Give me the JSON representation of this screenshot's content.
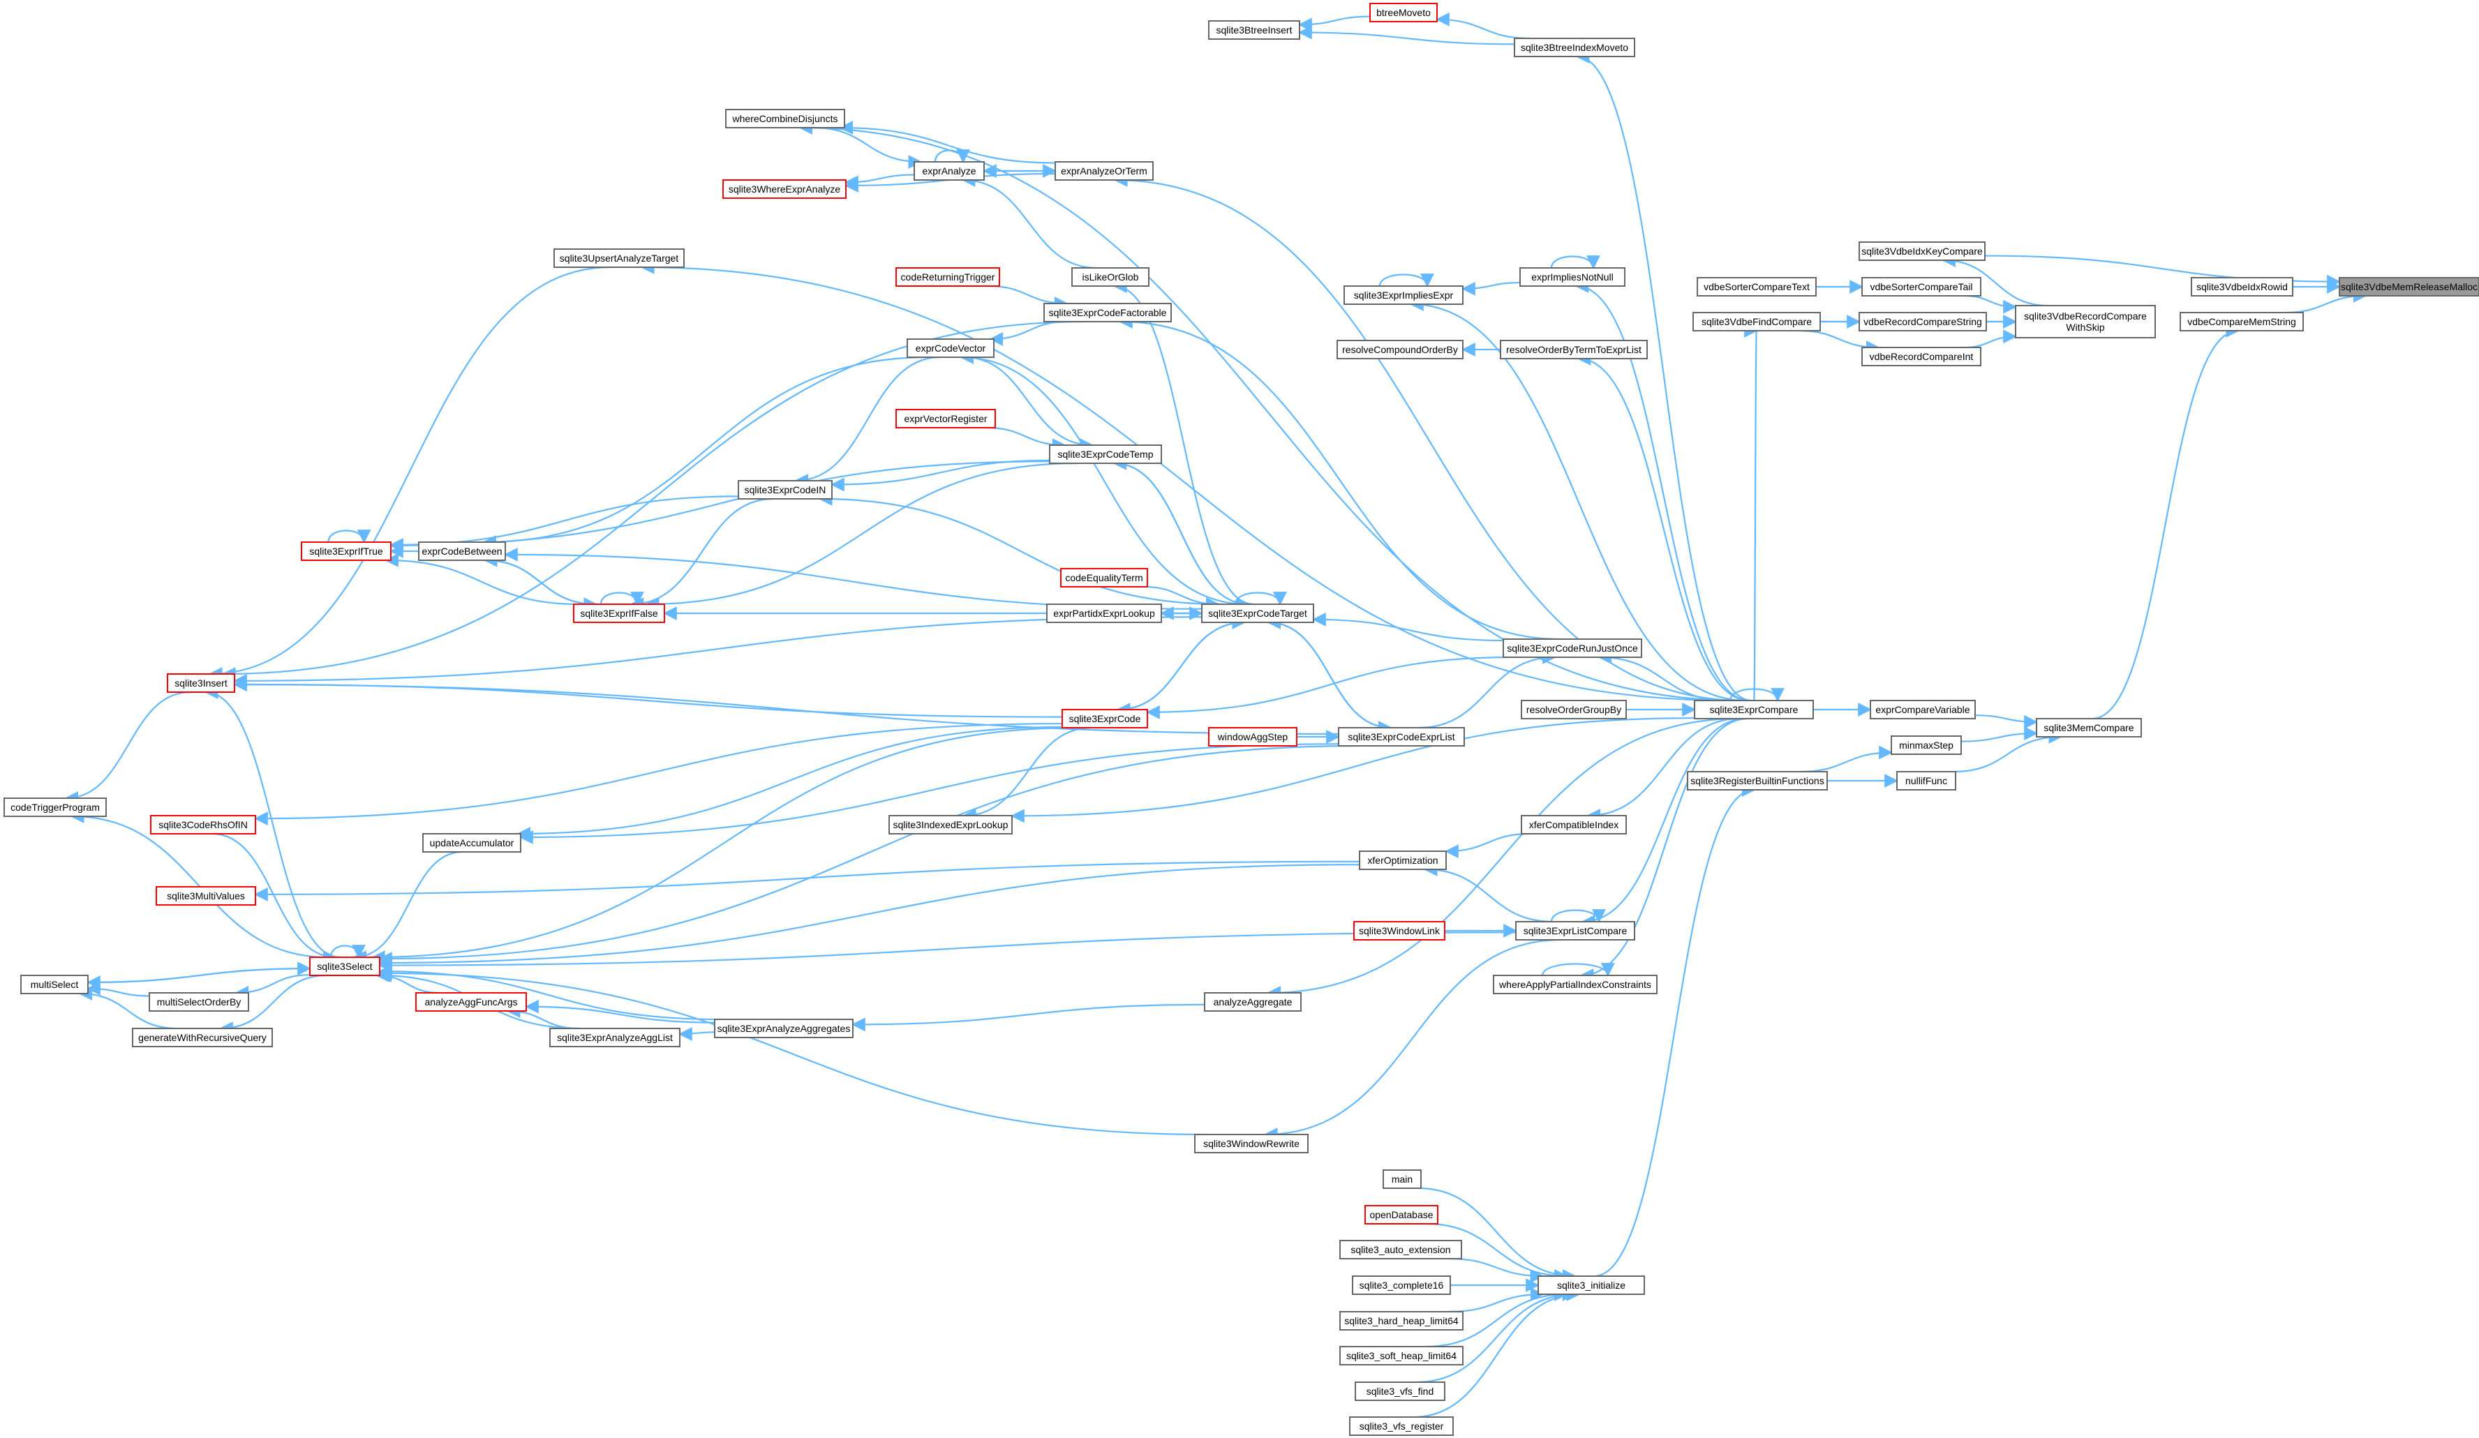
{
  "graph": {
    "colors": {
      "edge": "#63b8ff",
      "node_fill": "#ffffff",
      "node_border": "#666666",
      "incomplete_border": "#ff0000",
      "root_fill": "#999999",
      "root_border": "#666666"
    },
    "nodes": [
      {
        "id": "root",
        "label": "sqlite3VdbeMemReleaseMalloc",
        "style": "root"
      },
      {
        "id": "idxkeycmp",
        "label": "sqlite3VdbeIdxKeyCompare"
      },
      {
        "id": "idxrowid",
        "label": "sqlite3VdbeIdxRowid"
      },
      {
        "id": "cmpmemstr",
        "label": "vdbeCompareMemString"
      },
      {
        "id": "reccmpskip",
        "label": "sqlite3VdbeRecordCompare\nWithSkip"
      },
      {
        "id": "sortertail",
        "label": "vdbeSorterCompareTail"
      },
      {
        "id": "reccmpstr",
        "label": "vdbeRecordCompareString"
      },
      {
        "id": "reccmpint",
        "label": "vdbeRecordCompareInt"
      },
      {
        "id": "sortertext",
        "label": "vdbeSorterCompareText"
      },
      {
        "id": "findcmp",
        "label": "sqlite3VdbeFindCompare"
      },
      {
        "id": "memcmp",
        "label": "sqlite3MemCompare"
      },
      {
        "id": "exprcmpvar",
        "label": "exprCompareVariable"
      },
      {
        "id": "minmaxstep",
        "label": "minmaxStep"
      },
      {
        "id": "nulliffunc",
        "label": "nullifFunc"
      },
      {
        "id": "exprcmp",
        "label": "sqlite3ExprCompare"
      },
      {
        "id": "regbuiltin",
        "label": "sqlite3RegisterBuiltinFunctions"
      },
      {
        "id": "btreemoveto",
        "label": "btreeMoveto",
        "style": "incomplete"
      },
      {
        "id": "btreeinsert",
        "label": "sqlite3BtreeInsert"
      },
      {
        "id": "btidxmoveto",
        "label": "sqlite3BtreeIndexMoveto"
      },
      {
        "id": "whereorterms",
        "label": "whereCombineDisjuncts"
      },
      {
        "id": "expranalyze",
        "label": "exprAnalyze"
      },
      {
        "id": "expranalyzeor",
        "label": "exprAnalyzeOrTerm"
      },
      {
        "id": "whereexpranalyze",
        "label": "sqlite3WhereExprAnalyze",
        "style": "incomplete"
      },
      {
        "id": "upsert",
        "label": "sqlite3UpsertAnalyzeTarget"
      },
      {
        "id": "likeorglob",
        "label": "isLikeOrGlob"
      },
      {
        "id": "coderettrig",
        "label": "codeReturningTrigger",
        "style": "incomplete"
      },
      {
        "id": "codefactorable",
        "label": "sqlite3ExprCodeFactorable"
      },
      {
        "id": "exprcodevector",
        "label": "exprCodeVector"
      },
      {
        "id": "exprvecreg",
        "label": "exprVectorRegister",
        "style": "incomplete"
      },
      {
        "id": "exprcodetemp",
        "label": "sqlite3ExprCodeTemp"
      },
      {
        "id": "exprcodein",
        "label": "sqlite3ExprCodeIN"
      },
      {
        "id": "exprift",
        "label": "sqlite3ExprIfTrue",
        "style": "incomplete"
      },
      {
        "id": "exprcodebetween",
        "label": "exprCodeBetween"
      },
      {
        "id": "expriff",
        "label": "sqlite3ExprIfFalse",
        "style": "incomplete"
      },
      {
        "id": "codeeqterm",
        "label": "codeEqualityTerm",
        "style": "incomplete"
      },
      {
        "id": "exprpartidx",
        "label": "exprPartidxExprLookup"
      },
      {
        "id": "exprcodetarget",
        "label": "sqlite3ExprCodeTarget"
      },
      {
        "id": "exprcoderunonce",
        "label": "sqlite3ExprCodeRunJustOnce"
      },
      {
        "id": "insert",
        "label": "sqlite3Insert",
        "style": "incomplete"
      },
      {
        "id": "exprcode",
        "label": "sqlite3ExprCode",
        "style": "incomplete"
      },
      {
        "id": "resolvegroupby",
        "label": "resolveOrderGroupBy"
      },
      {
        "id": "windowaggstep",
        "label": "windowAggStep",
        "style": "incomplete"
      },
      {
        "id": "exprcodelist",
        "label": "sqlite3ExprCodeExprList"
      },
      {
        "id": "indexedexpr",
        "label": "sqlite3IndexedExprLookup"
      },
      {
        "id": "codetrigprog",
        "label": "codeTriggerProgram"
      },
      {
        "id": "coderhsofin",
        "label": "sqlite3CodeRhsOfIN",
        "style": "incomplete"
      },
      {
        "id": "updateacc",
        "label": "updateAccumulator"
      },
      {
        "id": "xfercompatidx",
        "label": "xferCompatibleIndex"
      },
      {
        "id": "xferopt",
        "label": "xferOptimization"
      },
      {
        "id": "multivalues",
        "label": "sqlite3MultiValues",
        "style": "incomplete"
      },
      {
        "id": "windowlink",
        "label": "sqlite3WindowLink",
        "style": "incomplete"
      },
      {
        "id": "exprlistcmp",
        "label": "sqlite3ExprListCompare"
      },
      {
        "id": "select",
        "label": "sqlite3Select",
        "style": "incomplete"
      },
      {
        "id": "multiselect",
        "label": "multiSelect"
      },
      {
        "id": "multiselectob",
        "label": "multiSelectOrderBy"
      },
      {
        "id": "wherepartidx",
        "label": "whereApplyPartialIndexConstraints"
      },
      {
        "id": "analyzeaggfunc",
        "label": "analyzeAggFuncArgs",
        "style": "incomplete"
      },
      {
        "id": "analyzeagg",
        "label": "analyzeAggregate"
      },
      {
        "id": "exprimpliesexpr",
        "label": "sqlite3ExprImpliesExpr"
      },
      {
        "id": "exprimpliesnn",
        "label": "exprImpliesNotNull"
      },
      {
        "id": "resolvecompound",
        "label": "resolveCompoundOrderBy"
      },
      {
        "id": "resolveorderby",
        "label": "resolveOrderByTermToExprList"
      },
      {
        "id": "analyzeagglist",
        "label": "sqlite3ExprAnalyzeAggList"
      },
      {
        "id": "analyzeaggs",
        "label": "sqlite3ExprAnalyzeAggregates"
      },
      {
        "id": "genrecursive",
        "label": "generateWithRecursiveQuery"
      },
      {
        "id": "windowrewrite",
        "label": "sqlite3WindowRewrite"
      },
      {
        "id": "main",
        "label": "main"
      },
      {
        "id": "opendb",
        "label": "openDatabase",
        "style": "incomplete"
      },
      {
        "id": "autoext",
        "label": "sqlite3_auto_extension"
      },
      {
        "id": "complete16",
        "label": "sqlite3_complete16"
      },
      {
        "id": "hardheap",
        "label": "sqlite3_hard_heap_limit64"
      },
      {
        "id": "initialize",
        "label": "sqlite3_initialize"
      },
      {
        "id": "softheap",
        "label": "sqlite3_soft_heap_limit64"
      },
      {
        "id": "vfsfind",
        "label": "sqlite3_vfs_find"
      },
      {
        "id": "vfsregister",
        "label": "sqlite3_vfs_register"
      }
    ],
    "edges": [
      [
        "idxkeycmp",
        "root"
      ],
      [
        "idxrowid",
        "root"
      ],
      [
        "cmpmemstr",
        "root"
      ],
      [
        "reccmpskip",
        "idxkeycmp"
      ],
      [
        "memcmp",
        "cmpmemstr"
      ],
      [
        "sortertail",
        "reccmpskip"
      ],
      [
        "reccmpstr",
        "reccmpskip"
      ],
      [
        "reccmpint",
        "reccmpskip"
      ],
      [
        "findcmp",
        "reccmpskip"
      ],
      [
        "sortertext",
        "sortertail"
      ],
      [
        "findcmp",
        "reccmpstr"
      ],
      [
        "findcmp",
        "reccmpint"
      ],
      [
        "exprcmpvar",
        "memcmp"
      ],
      [
        "minmaxstep",
        "memcmp"
      ],
      [
        "nulliffunc",
        "memcmp"
      ],
      [
        "exprcmp",
        "exprcmpvar"
      ],
      [
        "regbuiltin",
        "minmaxstep"
      ],
      [
        "regbuiltin",
        "nulliffunc"
      ],
      [
        "btreemoveto",
        "btreeinsert"
      ],
      [
        "btidxmoveto",
        "btreemoveto"
      ],
      [
        "btidxmoveto",
        "btreeinsert"
      ],
      [
        "exprcmp",
        "btidxmoveto"
      ],
      [
        "exprcmp",
        "whereorterms"
      ],
      [
        "exprcmp",
        "expranalyzeor"
      ],
      [
        "exprcmp",
        "upsert"
      ],
      [
        "exprcmp",
        "exprimpliesexpr"
      ],
      [
        "exprcmp",
        "exprimpliesnn"
      ],
      [
        "exprcmp",
        "resolveorderby"
      ],
      [
        "exprcmp",
        "exprcoderunonce"
      ],
      [
        "exprcmp",
        "findcmp"
      ],
      [
        "exprcmp",
        "indexedexpr"
      ],
      [
        "exprcmp",
        "xfercompatidx"
      ],
      [
        "exprcmp",
        "exprlistcmp"
      ],
      [
        "exprcmp",
        "analyzeagg"
      ],
      [
        "exprcmp",
        "wherepartidx"
      ],
      [
        "exprcmp",
        "exprcmp"
      ],
      [
        "resolvegroupby",
        "exprcmp"
      ],
      [
        "initialize",
        "regbuiltin"
      ],
      [
        "whereorterms",
        "expranalyze"
      ],
      [
        "expranalyze",
        "expranalyzeor"
      ],
      [
        "expranalyzeor",
        "whereorterms"
      ],
      [
        "expranalyzeor",
        "expranalyze"
      ],
      [
        "expranalyze",
        "whereexpranalyze"
      ],
      [
        "expranalyzeor",
        "whereexpranalyze"
      ],
      [
        "expranalyze",
        "expranalyze"
      ],
      [
        "likeorglob",
        "expranalyze"
      ],
      [
        "upsert",
        "insert"
      ],
      [
        "exprcodetarget",
        "likeorglob"
      ],
      [
        "coderettrig",
        "codefactorable"
      ],
      [
        "codefactorable",
        "insert"
      ],
      [
        "codefactorable",
        "exprcodevector"
      ],
      [
        "exprcoderunonce",
        "codefactorable"
      ],
      [
        "exprcodevector",
        "exprcodetemp"
      ],
      [
        "exprcodevector",
        "exprcodein"
      ],
      [
        "exprcodevector",
        "exprcodebetween"
      ],
      [
        "exprvecreg",
        "exprcodetemp"
      ],
      [
        "exprcodetemp",
        "exprcodein"
      ],
      [
        "exprcodetemp",
        "exprift"
      ],
      [
        "exprcodetemp",
        "expriff"
      ],
      [
        "exprcodetemp",
        "exprcodetarget"
      ],
      [
        "exprcodetarget",
        "exprcodetemp"
      ],
      [
        "exprcodein",
        "exprift"
      ],
      [
        "exprcodein",
        "expriff"
      ],
      [
        "exprift",
        "exprift"
      ],
      [
        "exprcodebetween",
        "exprift"
      ],
      [
        "exprcodebetween",
        "expriff"
      ],
      [
        "expriff",
        "exprcodebetween"
      ],
      [
        "expriff",
        "exprift"
      ],
      [
        "expriff",
        "expriff"
      ],
      [
        "exprcodetarget",
        "exprcodevector"
      ],
      [
        "exprcodetarget",
        "exprcodein"
      ],
      [
        "exprcodetarget",
        "exprcodebetween"
      ],
      [
        "exprcodetarget",
        "expriff"
      ],
      [
        "exprcodetarget",
        "exprcodetarget"
      ],
      [
        "exprcodetarget",
        "exprpartidx"
      ],
      [
        "exprpartidx",
        "exprcodetarget"
      ],
      [
        "codeeqterm",
        "exprcodetarget"
      ],
      [
        "exprcodetarget",
        "exprcode"
      ],
      [
        "exprcode",
        "exprcodetarget"
      ],
      [
        "exprcodetarget",
        "insert"
      ],
      [
        "exprcodetarget",
        "exprcodelist"
      ],
      [
        "exprcodelist",
        "exprcodetarget"
      ],
      [
        "exprcoderunonce",
        "exprcodetarget"
      ],
      [
        "exprcoderunonce",
        "exprcode"
      ],
      [
        "exprcode",
        "indexedexpr"
      ],
      [
        "exprcode",
        "insert"
      ],
      [
        "exprcode",
        "coderhsofin"
      ],
      [
        "exprcode",
        "updateacc"
      ],
      [
        "exprcode",
        "select"
      ],
      [
        "exprcodelist",
        "exprcoderunonce"
      ],
      [
        "windowaggstep",
        "exprcodelist"
      ],
      [
        "exprcodelist",
        "updateacc"
      ],
      [
        "exprcodelist",
        "select"
      ],
      [
        "exprcodelist",
        "insert"
      ],
      [
        "insert",
        "codetrigprog"
      ],
      [
        "coderhsofin",
        "select"
      ],
      [
        "updateacc",
        "select"
      ],
      [
        "xfercompatidx",
        "xferopt"
      ],
      [
        "xferopt",
        "multivalues"
      ],
      [
        "xferopt",
        "select"
      ],
      [
        "windowlink",
        "exprlistcmp"
      ],
      [
        "exprlistcmp",
        "xferopt"
      ],
      [
        "exprlistcmp",
        "select"
      ],
      [
        "exprlistcmp",
        "exprlistcmp"
      ],
      [
        "wherepartidx",
        "wherepartidx"
      ],
      [
        "select",
        "insert"
      ],
      [
        "select",
        "multiselect"
      ],
      [
        "select",
        "multiselectob"
      ],
      [
        "select",
        "genrecursive"
      ],
      [
        "select",
        "codetrigprog"
      ],
      [
        "select",
        "select"
      ],
      [
        "multiselect",
        "select"
      ],
      [
        "multiselectob",
        "multiselect"
      ],
      [
        "genrecursive",
        "multiselect"
      ],
      [
        "analyzeagg",
        "analyzeaggs"
      ],
      [
        "analyzeaggs",
        "analyzeaggfunc"
      ],
      [
        "analyzeaggs",
        "analyzeagglist"
      ],
      [
        "analyzeaggs",
        "select"
      ],
      [
        "analyzeagglist",
        "analyzeaggfunc"
      ],
      [
        "analyzeagglist",
        "select"
      ],
      [
        "analyzeaggfunc",
        "select"
      ],
      [
        "exprimpliesnn",
        "exprimpliesexpr"
      ],
      [
        "exprimpliesnn",
        "exprimpliesnn"
      ],
      [
        "exprimpliesexpr",
        "exprimpliesexpr"
      ],
      [
        "resolveorderby",
        "resolvecompound"
      ],
      [
        "windowrewrite",
        "select"
      ],
      [
        "exprlistcmp",
        "windowrewrite"
      ],
      [
        "main",
        "initialize"
      ],
      [
        "opendb",
        "initialize"
      ],
      [
        "autoext",
        "initialize"
      ],
      [
        "complete16",
        "initialize"
      ],
      [
        "hardheap",
        "initialize"
      ],
      [
        "softheap",
        "initialize"
      ],
      [
        "vfsfind",
        "initialize"
      ],
      [
        "vfsregister",
        "initialize"
      ]
    ]
  }
}
